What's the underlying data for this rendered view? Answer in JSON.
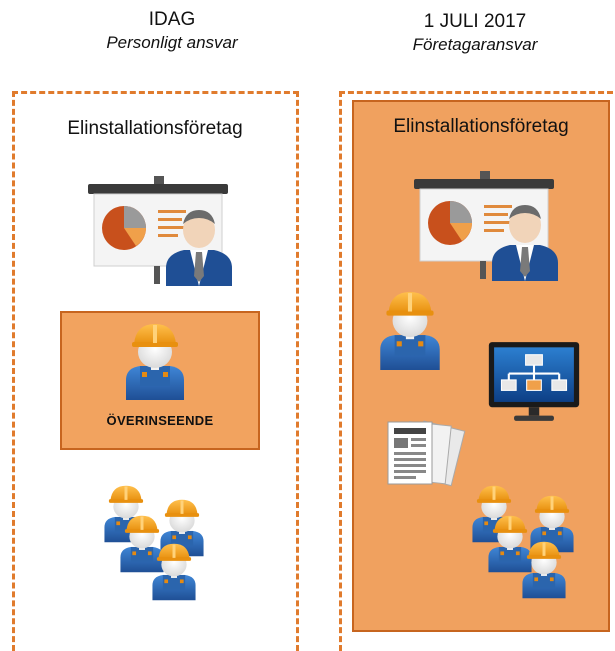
{
  "left": {
    "title": "IDAG",
    "subtitle": "Personligt ansvar",
    "company_label": "Elinstallationsföretag",
    "oversight_label": "ÖVERINSEENDE"
  },
  "right": {
    "title": "1 JULI 2017",
    "subtitle": "Företagaransvar",
    "company_label": "Elinstallationsföretag"
  },
  "colors": {
    "accent_orange": "#e07b2d",
    "fill_orange": "#f0a15f",
    "worker_helmet": "#f5a623",
    "overalls_blue": "#2f6db5"
  },
  "icons": {
    "left": [
      "manager-presentation-icon",
      "worker-icon",
      "worker-group-icon"
    ],
    "right": [
      "manager-presentation-icon",
      "worker-icon",
      "monitor-flowchart-icon",
      "documents-icon",
      "worker-group-icon"
    ]
  }
}
